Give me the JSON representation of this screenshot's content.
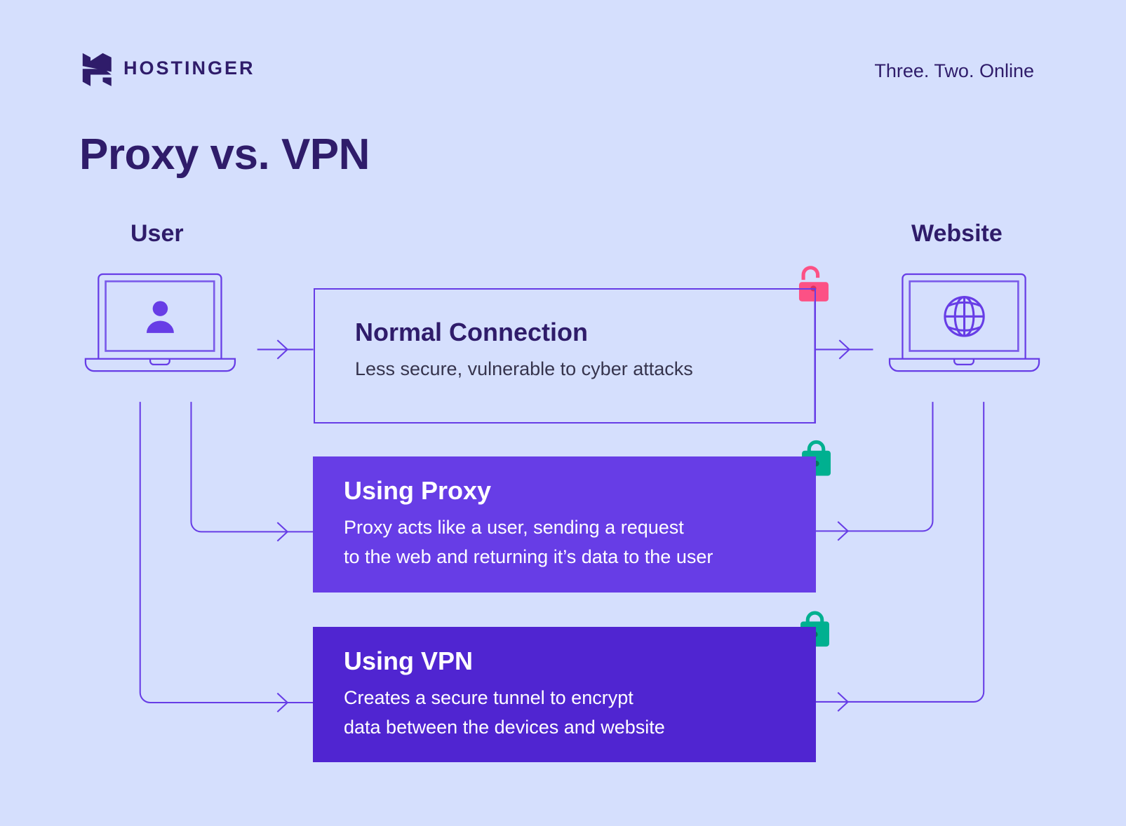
{
  "brand": {
    "name": "HOSTINGER",
    "tagline": "Three. Two. Online",
    "logo_icon": "hostinger-h-logo"
  },
  "title": "Proxy vs. VPN",
  "endpoints": {
    "user": {
      "label": "User",
      "icon": "user-icon",
      "device_icon": "laptop-icon"
    },
    "website": {
      "label": "Website",
      "icon": "globe-icon",
      "device_icon": "laptop-icon"
    }
  },
  "connections": [
    {
      "id": "normal",
      "title": "Normal Connection",
      "description": "Less secure, vulnerable to cyber attacks",
      "lock_state": "unlocked",
      "lock_icon": "unlocked-padlock-icon",
      "lock_color": "#fc5185"
    },
    {
      "id": "proxy",
      "title": "Using Proxy",
      "description_lines": [
        "Proxy acts like a user, sending a request",
        "to the web and returning it’s data to the user"
      ],
      "lock_state": "locked",
      "lock_icon": "locked-padlock-icon",
      "lock_color": "#00b090"
    },
    {
      "id": "vpn",
      "title": "Using VPN",
      "description_lines": [
        "Creates a secure tunnel to encrypt",
        "data between the devices and website"
      ],
      "lock_state": "locked",
      "lock_icon": "locked-padlock-icon",
      "lock_color": "#00b090"
    }
  ],
  "colors": {
    "background": "#d5dffd",
    "dark_text": "#2f1c6a",
    "line": "#673de6",
    "proxy_card": "#673de6",
    "vpn_card": "#5025d1",
    "unlocked": "#fc5185",
    "locked": "#00b090"
  }
}
